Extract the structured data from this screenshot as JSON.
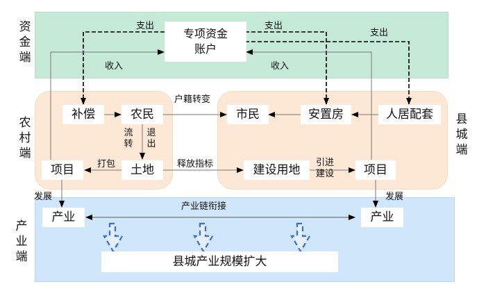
{
  "side_labels": {
    "capital": "资金端",
    "rural": "农村端",
    "county": "县城端",
    "industry": "产业端"
  },
  "nodes": {
    "special_account": "专项资金账户",
    "compensation": "补偿",
    "farmer": "农民",
    "rural_project": "项目",
    "land": "土地",
    "citizen": "市民",
    "resettlement_housing": "安置房",
    "living_facilities": "人居配套",
    "construction_land": "建设用地",
    "county_project": "项目",
    "industry_left": "产业",
    "industry_right": "产业",
    "scale_expansion": "县城产业规模扩大"
  },
  "edge_labels": {
    "expenditure_1": "支出",
    "expenditure_2": "支出",
    "expenditure_3": "支出",
    "income_1": "收入",
    "income_2": "收入",
    "hukou_change": "户籍转变",
    "circulation": "流转",
    "exit": "退出",
    "package": "打包",
    "release_quota": "释放指标",
    "introduce_build": "引进建设",
    "develop_left": "发展",
    "develop_right": "发展",
    "chain_link": "产业链衔接"
  },
  "colors": {
    "capital_band": "#c6ead8",
    "peach_zone": "#fde8d6",
    "industry_band": "#d0e6fb",
    "down_arrow": "#2f6cf0"
  }
}
